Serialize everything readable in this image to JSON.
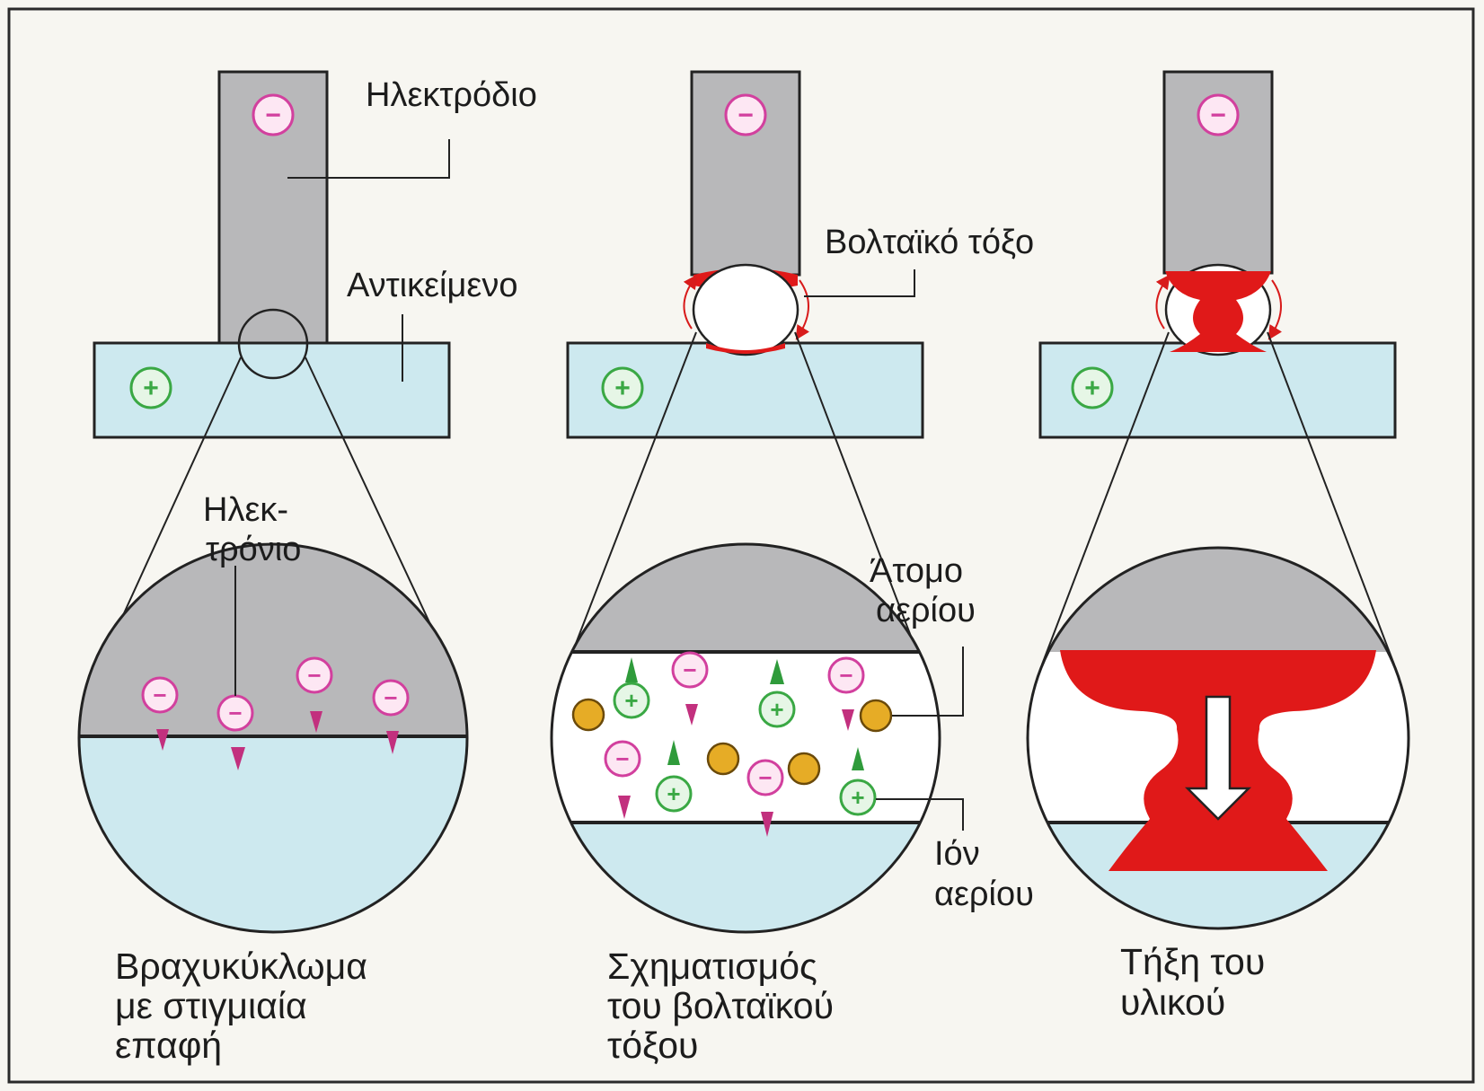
{
  "labels": {
    "electrode": "Ηλεκτρόδιο",
    "workpiece": "Αντικείμενο",
    "arc": "Βολταϊκό τόξο",
    "electron_line1": "Ηλεκ-",
    "electron_line2": "τρόνιο",
    "gas_atom_line1": "Άτομο",
    "gas_atom_line2": "αερίου",
    "gas_ion_line1": "Ιόν",
    "gas_ion_line2": "αερίου"
  },
  "captions": {
    "stage1": [
      "Βραχυκύκλωμα",
      "με στιγμιαία",
      "επαφή"
    ],
    "stage2": [
      "Σχηματισμός",
      "του βολταϊκού",
      "τόξου"
    ],
    "stage3": [
      "Τήξη του",
      "υλικού"
    ]
  },
  "symbols": {
    "negative": "−",
    "positive": "+"
  },
  "colors": {
    "electrode": "#b8b8ba",
    "workpiece": "#cde9ef",
    "molten": "#e01919",
    "negative_charge": "#d2409e",
    "positive_charge": "#3aa844",
    "gas_atom": "#e6ac26",
    "arrow_green": "#2f9b3b",
    "arrow_magenta": "#d2409e"
  }
}
